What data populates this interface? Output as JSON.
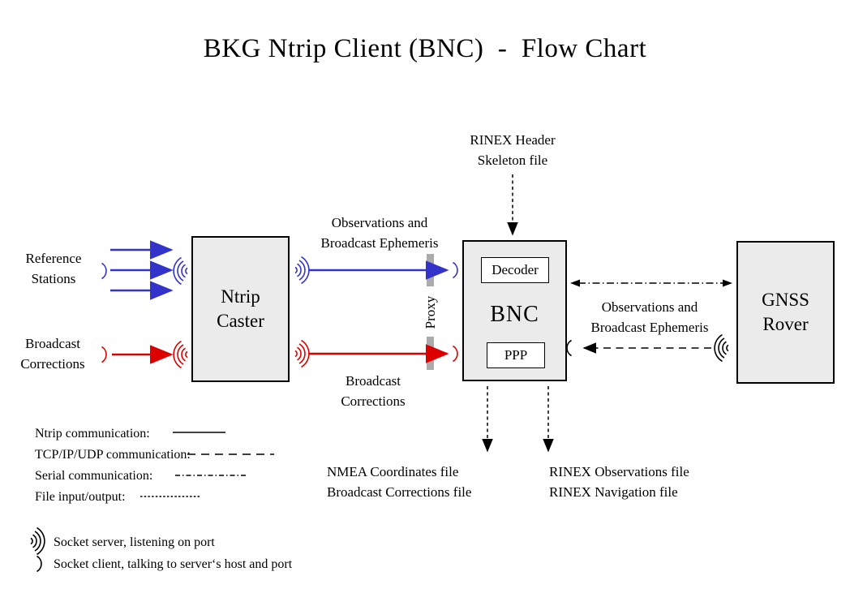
{
  "title": "BKG Ntrip Client (BNC)  -  Flow Chart",
  "nodes": {
    "ntrip_caster": {
      "line1": "Ntrip",
      "line2": "Caster"
    },
    "bnc": {
      "label": "BNC",
      "decoder": "Decoder",
      "ppp": "PPP"
    },
    "gnss_rover": {
      "line1": "GNSS",
      "line2": "Rover"
    }
  },
  "labels": {
    "reference_stations": {
      "line1": "Reference",
      "line2": "Stations"
    },
    "broadcast_corrections_input": {
      "line1": "Broadcast",
      "line2": "Corrections"
    },
    "observations_ephemeris_top": {
      "line1": "Observations and",
      "line2": "Broadcast Ephemeris"
    },
    "broadcast_corrections_mid": {
      "line1": "Broadcast",
      "line2": "Corrections"
    },
    "rinex_header_skeleton": {
      "line1": "RINEX Header",
      "line2": "Skeleton file"
    },
    "observations_ephemeris_right": {
      "line1": "Observations and",
      "line2": "Broadcast Ephemeris"
    },
    "proxy": "Proxy",
    "nmea_output": {
      "line1": "NMEA Coordinates file",
      "line2": "Broadcast Corrections file"
    },
    "rinex_output": {
      "line1": "RINEX Observations file",
      "line2": "RINEX Navigation file"
    }
  },
  "legend": {
    "lines": [
      {
        "label": "Ntrip communication:",
        "style": "solid"
      },
      {
        "label": "TCP/IP/UDP communication:",
        "style": "dashed"
      },
      {
        "label": "Serial communication:",
        "style": "dashdot"
      },
      {
        "label": "File input/output:",
        "style": "dotted"
      }
    ],
    "socket_server": "Socket server, listening on port",
    "socket_client": "Socket client, talking to server‘s host and port"
  },
  "colors": {
    "ntrip_blue": "#3333CC",
    "corrections_red": "#DD0000",
    "line_black": "#000000",
    "node_fill": "#EBEBEB",
    "proxy_gray": "#ABABAB"
  }
}
